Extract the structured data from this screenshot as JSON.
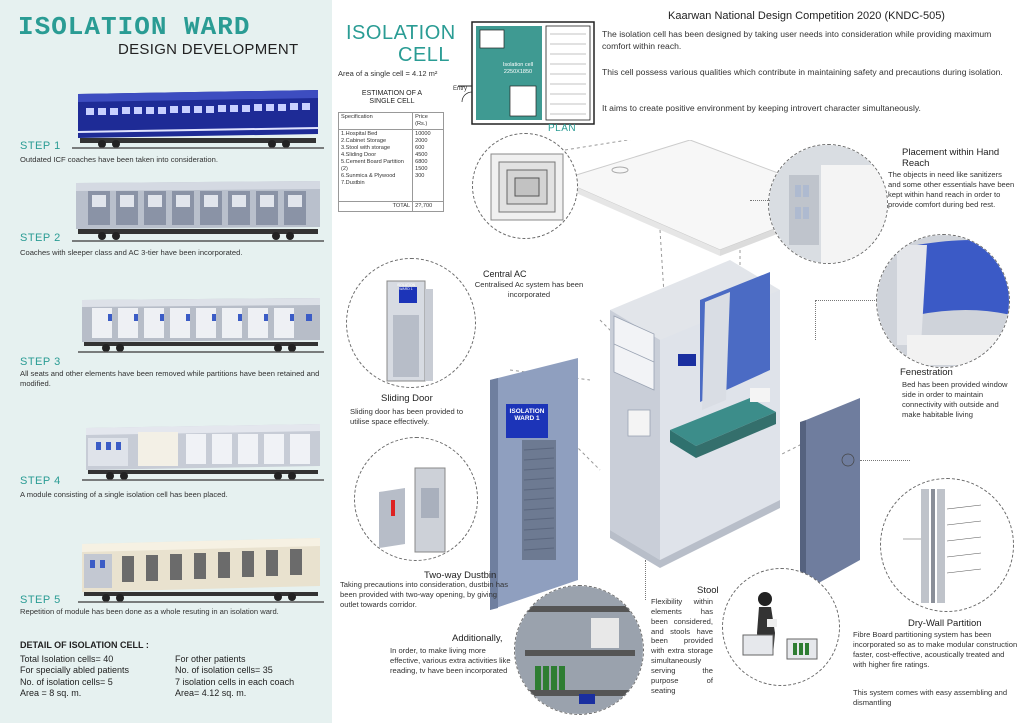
{
  "left": {
    "title": "ISOLATION WARD",
    "subtitle": "DESIGN DEVELOPMENT",
    "steps": [
      {
        "label": "STEP 1",
        "caption": "Outdated ICF coaches have been taken into consideration."
      },
      {
        "label": "STEP 2",
        "caption": "Coaches with sleeper class and AC 3-tier have been incorporated."
      },
      {
        "label": "STEP 3",
        "caption": "All seats and other elements have been removed while partitions have been retained and modified."
      },
      {
        "label": "STEP 4",
        "caption": "A module consisting of a single isolation cell has been placed."
      },
      {
        "label": "STEP 5",
        "caption": "Repetition of module has been done as a whole resuting in an isolation ward."
      }
    ],
    "detail": {
      "heading": "DETAIL OF ISOLATION CELL :",
      "col1": [
        "Total Isolation cells= 40",
        "For specially abled patients",
        "No. of isolation cells= 5",
        "Area = 8 sq. m."
      ],
      "col2": [
        "For other patients",
        "No. of isolation cells= 35",
        "7 isolation cells in each coach",
        "Area= 4.12 sq. m."
      ]
    }
  },
  "cell": {
    "title_line1": "ISOLATION",
    "title_line2": "CELL",
    "area_text": "Area of a single cell = 4.12 m²",
    "estimation_title": "ESTIMATION OF A SINGLE CELL",
    "table_header": [
      "Specification",
      "Price (Rs.)"
    ],
    "table_rows": [
      [
        "1.Hospital Bed",
        "10000"
      ],
      [
        "2.Cabinet Storage",
        "2000"
      ],
      [
        "3.Stool with storage",
        "600"
      ],
      [
        "4.Sliding Door",
        "4500"
      ],
      [
        "5.Cement Board Partition (2)",
        "6800"
      ],
      [
        "6.Sunmica & Plywood",
        "1500"
      ],
      [
        "7.Dustbin",
        "300"
      ]
    ],
    "table_total": [
      "TOTAL",
      "2?,700"
    ],
    "plan_label": "PLAN",
    "plan_cell_text": "Isolation cell 2250X1850",
    "plan_entry": "Entry"
  },
  "header": {
    "competition": "Kaarwan National Design Competition 2020 (KNDC-505)",
    "paragraphs": [
      "The isolation cell has been designed by taking user needs into consideration while providing maximum comfort within reach.",
      "This cell possess various qualities which contribute in maintaining safety and precautions during isolation.",
      "It aims to create positive environment by keeping introvert character simultaneously."
    ]
  },
  "annotations": {
    "central_ac": {
      "title": "Central AC",
      "text": "Centralised Ac system has been incorporated"
    },
    "sliding_door": {
      "title": "Sliding Door",
      "text": "Sliding door has been provided to utilise space effectively.",
      "sign": "ISOLATION WARD 1"
    },
    "dustbin": {
      "title": "Two-way Dustbin",
      "text": "Taking precautions into consideration, dustbin has been provided with two-way opening, by giving outlet towards corridor."
    },
    "additionally": {
      "title": "Additionally,",
      "text": "In order, to make living more effective, various extra activities like reading, tv have been incorporated"
    },
    "stool": {
      "title": "Stool",
      "text": "Flexibility within elements has been considered, and stools have been provided with extra storage simultaneously serving the purpose of seating"
    },
    "placement": {
      "title": "Placement within Hand Reach",
      "text": "The objects in need like sanitizers and some other essentials have been kept within hand reach in order to provide comfort during bed rest."
    },
    "fenestration": {
      "title": "Fenestration",
      "text": "Bed has been provided window side in order to maintain connectivity with outside and make habitable living"
    },
    "drywall": {
      "title": "Dry-Wall Partition",
      "text": "Fibre Board partitioning system has been incorporated so as to make modular construction faster, cost-effective, acoustically treated and with higher fire ratings.",
      "text2": "This system comes with easy assembling and dismantling"
    },
    "iso_sign": "ISOLATION WARD 1"
  },
  "colors": {
    "teal": "#2a9c94",
    "panel": "#e6f1f0",
    "coach_blue": "#2b3aa8",
    "bed_teal": "#3c8d8a"
  }
}
